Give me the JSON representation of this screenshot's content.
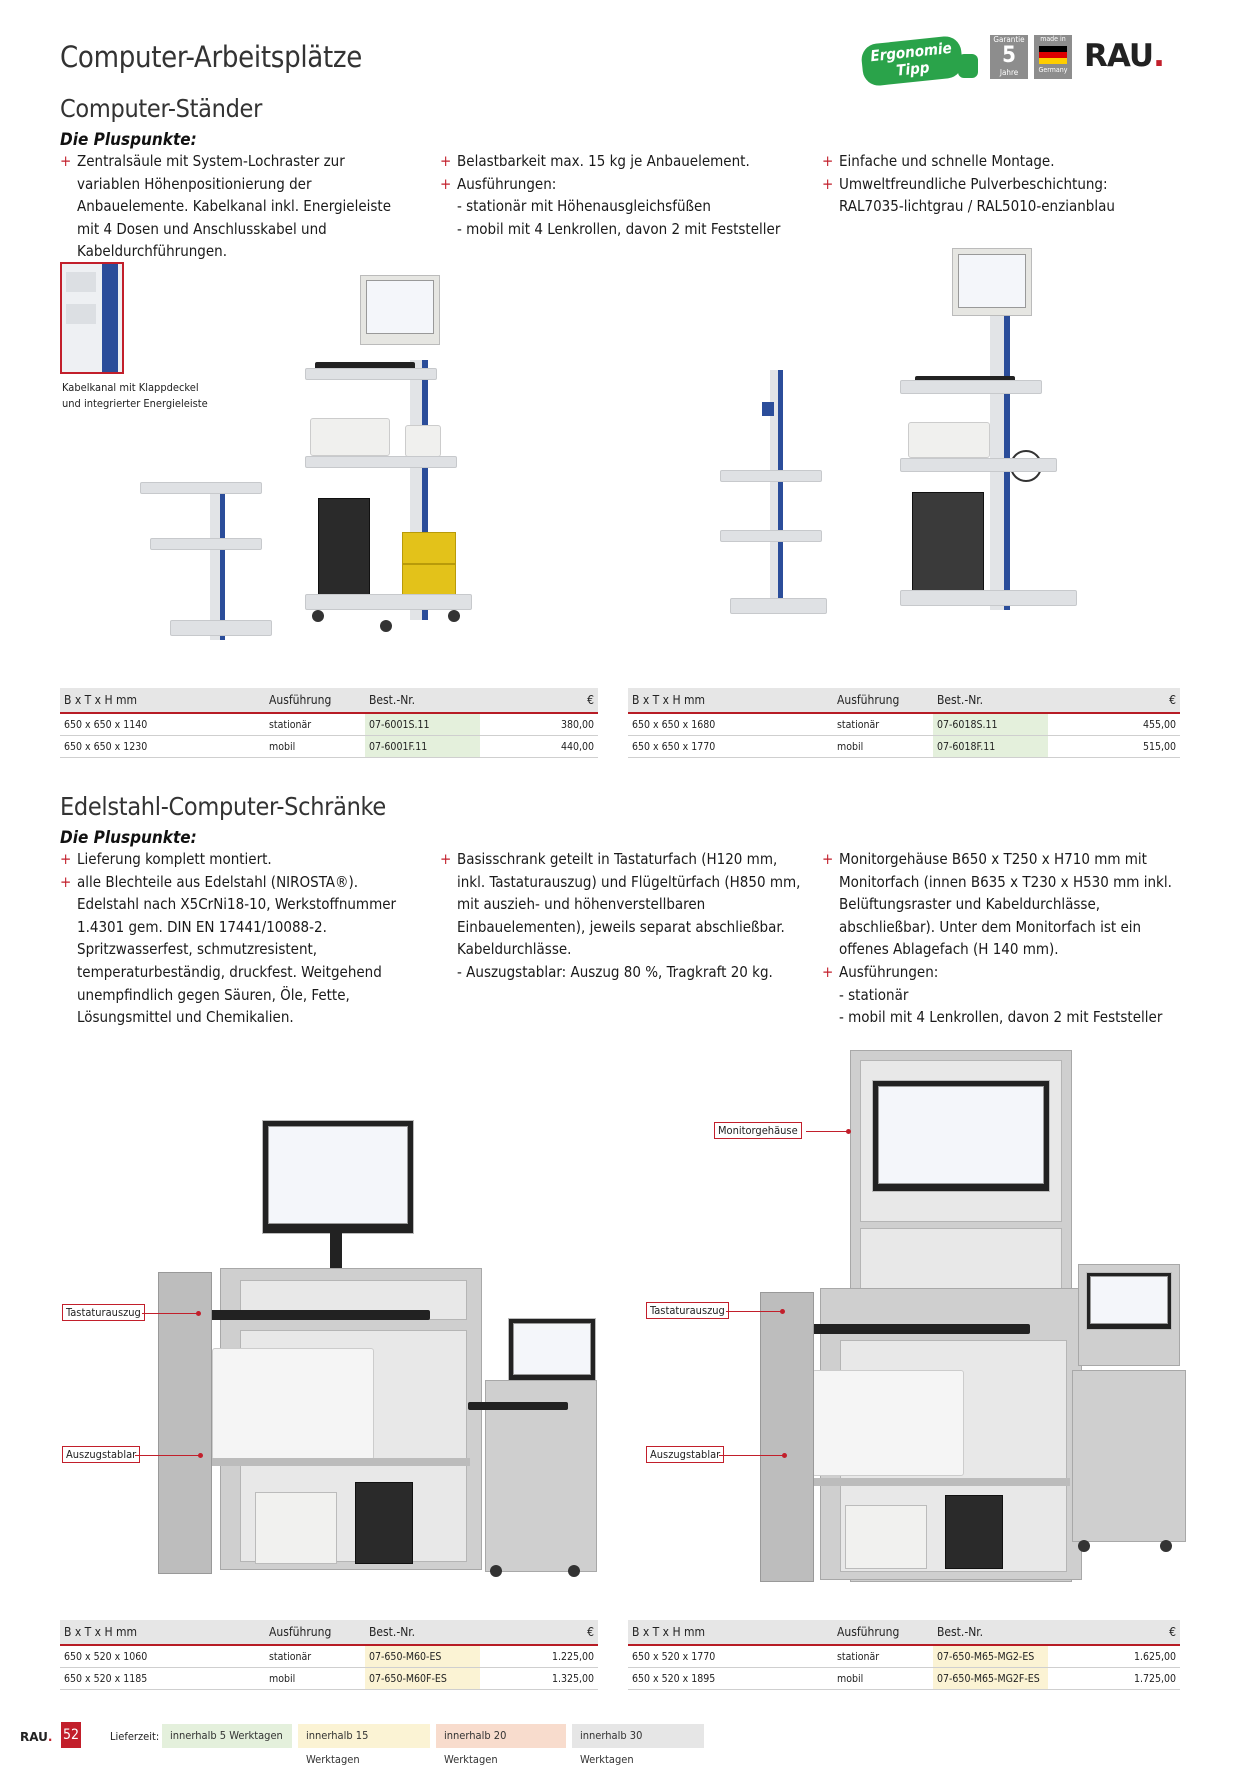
{
  "header": {
    "title": "Computer-Arbeitsplätze",
    "ergonomie": [
      "Ergonomie",
      "Tipp"
    ],
    "garantie": {
      "label": "Garantie",
      "years": "5",
      "unit": "Jahre"
    },
    "madein": {
      "top": "made in",
      "bottom": "Germany"
    },
    "brand": "RAU"
  },
  "section1": {
    "title": "Computer-Ständer",
    "plus_heading": "Die Pluspunkte:",
    "col1": [
      "Zentralsäule mit System-Lochraster zur variablen Höhenpositionierung der Anbauelemente. Kabelkanal inkl. Energieleiste mit 4 Dosen und Anschlusskabel und Kabeldurchführungen."
    ],
    "col2": {
      "items": [
        "Belastbarkeit max. 15 kg je Anbauelement.",
        "Ausführungen:"
      ],
      "subs": [
        "- stationär mit Höhenausgleichsfüßen",
        "- mobil mit 4 Lenkrollen, davon 2 mit Feststeller"
      ]
    },
    "col3": [
      "Einfache und schnelle Montage.",
      "Umweltfreundliche Pulverbeschichtung: RAL7035-lichtgrau / RAL5010-enzianblau"
    ],
    "caption": [
      "Kabelkanal mit Klappdeckel",
      "und integrierter Energieleiste"
    ],
    "table_left": {
      "headers": [
        "B x T x H mm",
        "Ausführung",
        "Best.-Nr.",
        "€"
      ],
      "rows": [
        [
          "650 x 650 x 1140",
          "stationär",
          "07-6001S.11",
          "380,00"
        ],
        [
          "650 x 650 x 1230",
          "mobil",
          "07-6001F.11",
          "440,00"
        ]
      ]
    },
    "table_right": {
      "headers": [
        "B x T x H mm",
        "Ausführung",
        "Best.-Nr.",
        "€"
      ],
      "rows": [
        [
          "650 x 650 x 1680",
          "stationär",
          "07-6018S.11",
          "455,00"
        ],
        [
          "650 x 650 x 1770",
          "mobil",
          "07-6018F.11",
          "515,00"
        ]
      ]
    }
  },
  "section2": {
    "title": "Edelstahl-Computer-Schränke",
    "plus_heading": "Die Pluspunkte:",
    "col1": [
      "Lieferung komplett montiert.",
      "alle Blechteile aus Edelstahl (NIROSTA®). Edelstahl nach X5CrNi18-10, Werkstoffnummer 1.4301 gem. DIN EN 17441/10088-2. Spritzwasserfest, schmutzresistent, temperaturbeständig, druckfest. Weitgehend unempfindlich gegen Säuren, Öle, Fette, Lösungsmittel und Chemikalien."
    ],
    "col2": {
      "items": [
        "Basisschrank geteilt in Tastaturfach (H120 mm, inkl. Tastaturauszug) und Flügeltürfach (H850 mm, mit auszieh- und höhenverstellbaren Einbauelementen), jeweils separat abschließbar. Kabeldurchlässe."
      ],
      "subs": [
        "- Auszugstablar: Auszug 80 %, Tragkraft 20 kg."
      ]
    },
    "col3": {
      "items": [
        "Monitorgehäuse B650 x T250 x H710 mm mit Monitorfach (innen B635 x T230 x H530 mm inkl. Belüftungsraster und Kabeldurchlässe, abschließbar). Unter dem Monitorfach ist ein offenes Ablagefach (H 140 mm).",
        "Ausführungen:"
      ],
      "subs": [
        "- stationär",
        "- mobil mit 4 Lenkrollen, davon 2 mit Feststeller"
      ]
    },
    "callouts": {
      "monitor": "Monitorgehäuse",
      "tastatur": "Tastaturauszug",
      "tablar": "Auszugstablar"
    },
    "table_left": {
      "headers": [
        "B x T x H mm",
        "Ausführung",
        "Best.-Nr.",
        "€"
      ],
      "rows": [
        [
          "650 x 520 x 1060",
          "stationär",
          "07-650-M60-ES",
          "1.225,00"
        ],
        [
          "650 x 520 x 1185",
          "mobil",
          "07-650-M60F-ES",
          "1.325,00"
        ]
      ]
    },
    "table_right": {
      "headers": [
        "B x T x H mm",
        "Ausführung",
        "Best.-Nr.",
        "€"
      ],
      "rows": [
        [
          "650 x 520 x 1770",
          "stationär",
          "07-650-M65-MG2-ES",
          "1.625,00"
        ],
        [
          "650 x 520 x 1895",
          "mobil",
          "07-650-M65-MG2F-ES",
          "1.725,00"
        ]
      ]
    }
  },
  "footer": {
    "brand": "RAU",
    "page": "52",
    "lieferzeit_label": "Lieferzeit:",
    "pills": [
      "innerhalb 5 Werktagen",
      "innerhalb 15 Werktagen",
      "innerhalb 20 Werktagen",
      "innerhalb 30 Werktagen"
    ]
  },
  "colors": {
    "accent_red": "#c21f2b",
    "enzianblau": "#2b4d9a",
    "ergo_green": "#2aa34a",
    "delivery_5": "#e4f0dc",
    "delivery_15": "#fbf3d4",
    "delivery_20": "#f8dccd",
    "delivery_30": "#e6e6e6"
  }
}
